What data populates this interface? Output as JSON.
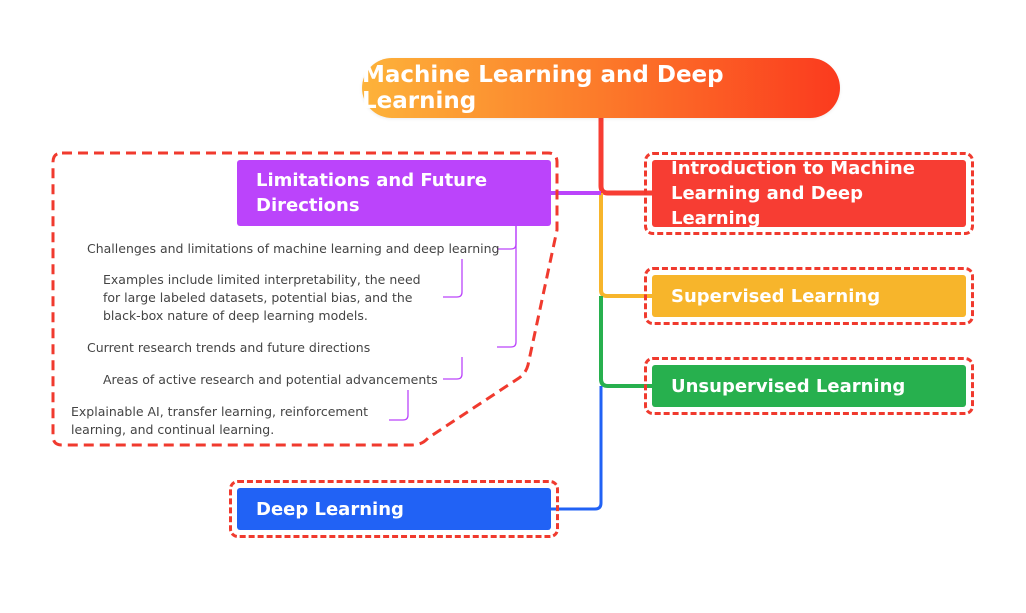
{
  "root": {
    "label": "Machine Learning and Deep Learning"
  },
  "topics": [
    {
      "label": "Introduction to Machine Learning and Deep Learning",
      "color": "#f73d33"
    },
    {
      "label": "Supervised Learning",
      "color": "#f7b52b"
    },
    {
      "label": "Unsupervised Learning",
      "color": "#27b04e"
    },
    {
      "label": "Limitations and Future Directions",
      "color": "#bb44fb"
    },
    {
      "label": "Deep Learning",
      "color": "#2162f5"
    }
  ],
  "limitations_children": [
    {
      "label": "Challenges and limitations of machine learning and deep learning"
    },
    {
      "label": "Examples include limited interpretability, the need for large labeled datasets, potential bias, and the black-box nature of deep learning models."
    },
    {
      "label": "Current research trends and future directions"
    },
    {
      "label": "Areas of active research and potential advancements"
    },
    {
      "label": "Explainable AI, transfer learning, reinforcement learning, and continual learning."
    }
  ],
  "colors": {
    "boundary": "#f03a2e"
  }
}
